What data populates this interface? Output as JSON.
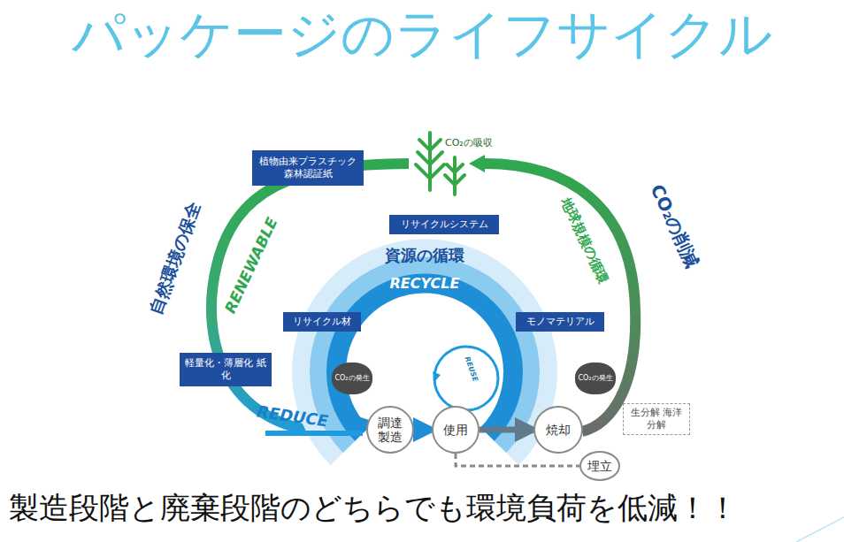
{
  "diagram": {
    "title": "パッケージのライフサイクル",
    "caption": "製造段階と廃棄段階のどちらでも環境負荷を低減！！",
    "nodes": [
      {
        "text": [
          "植物由来プラスチック 森林認証紙"
        ]
      },
      {
        "text": [
          "リサイクルシステム"
        ]
      },
      {
        "text": [
          "リサイクル材"
        ]
      },
      {
        "text": [
          "モノマテリアル"
        ]
      },
      {
        "text": [
          "軽量化・薄層化 紙　化"
        ]
      },
      {
        "text": [
          "CO₂の発生"
        ]
      },
      {
        "text": [
          "調達 製造"
        ]
      },
      {
        "text": [
          "使用"
        ]
      },
      {
        "text": [
          "CO₂の発生"
        ]
      },
      {
        "text": [
          "焼却"
        ]
      },
      {
        "text": [
          "生分解 海洋分解"
        ]
      },
      {
        "text": [
          "埋立"
        ]
      }
    ],
    "edges": [
      {
        "from": 6,
        "to": 7,
        "arrow": "to"
      },
      {
        "from": 7,
        "to": 9,
        "arrow": "to"
      },
      {
        "from": 7,
        "to": 11,
        "arrow": "none"
      }
    ],
    "labels": [
      "CO₂の吸収",
      "自然環境の保全",
      "RENEWABLE",
      "CO₂の削減",
      "地球規模の循環",
      "資源の循環",
      "RECYCLE",
      "REUSE",
      "REDUCE"
    ]
  }
}
